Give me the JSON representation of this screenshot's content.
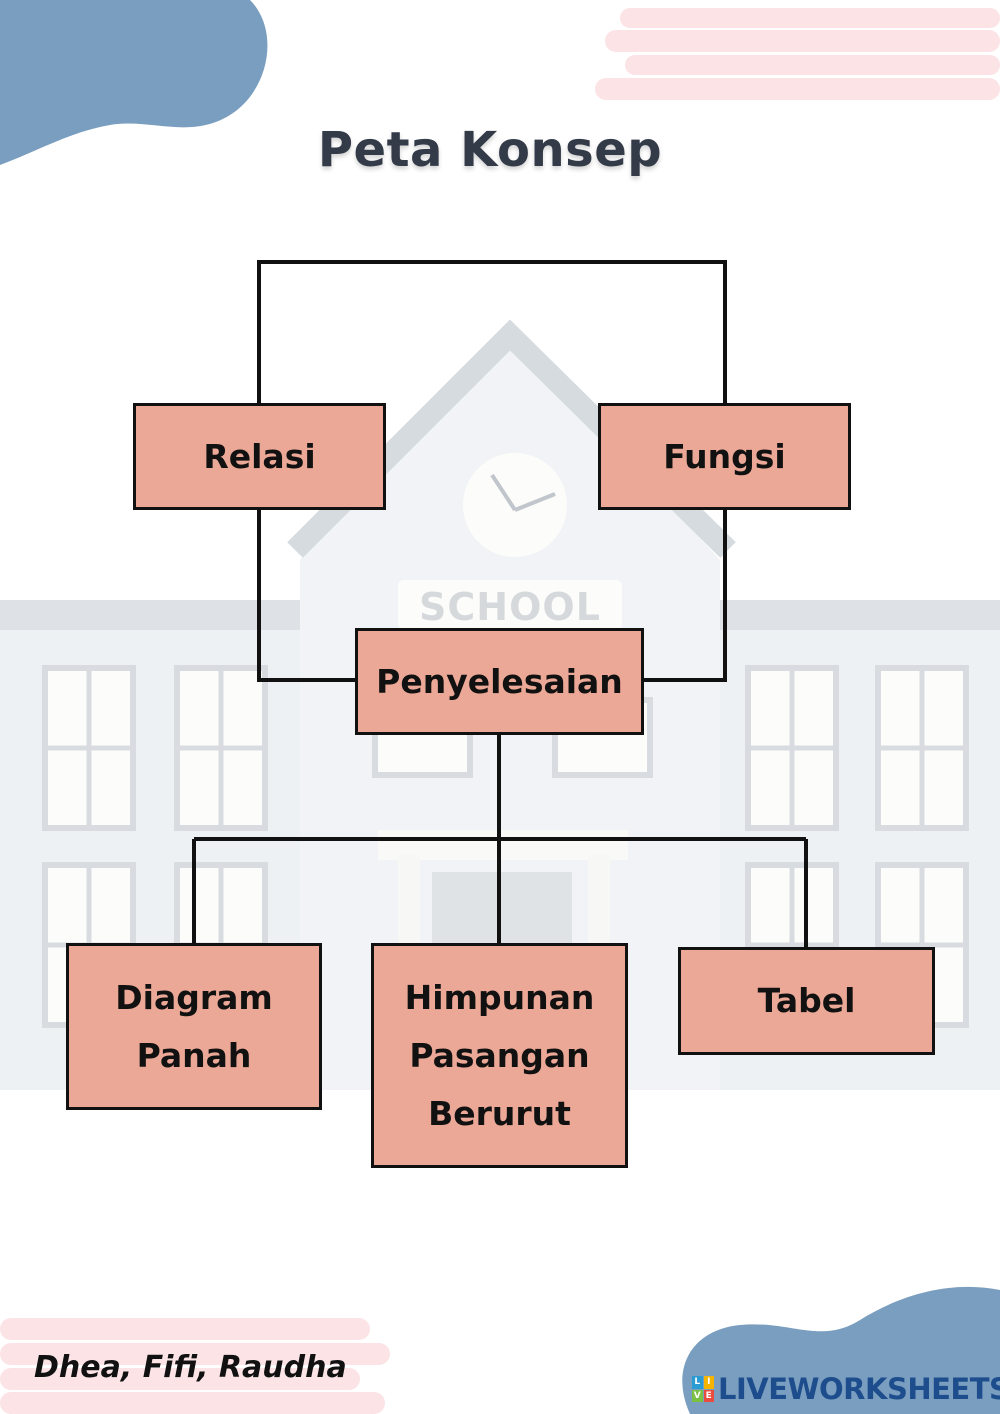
{
  "title": "Peta Konsep",
  "background": {
    "school_sign": "SCHOOL"
  },
  "nodes": {
    "relasi": "Relasi",
    "fungsi": "Fungsi",
    "penyelesaian": "Penyelesaian",
    "diagram_panah": [
      "Diagram",
      "Panah"
    ],
    "himpunan_pasangan_berurut": [
      "Himpunan",
      "Pasangan",
      "Berurut"
    ],
    "tabel": "Tabel"
  },
  "footer": {
    "authors": "Dhea, Fifi, Raudha",
    "brand": "LIVEWORKSHEETS",
    "brand_logo_letters": [
      "L",
      "I",
      "V",
      "E"
    ]
  },
  "colors": {
    "node_fill": "#eca896",
    "blob_blue": "#7a9ebf",
    "brush_pink": "#fbe3e6",
    "title_text": "#333a48",
    "brand_blue": "#1d4d8c"
  }
}
